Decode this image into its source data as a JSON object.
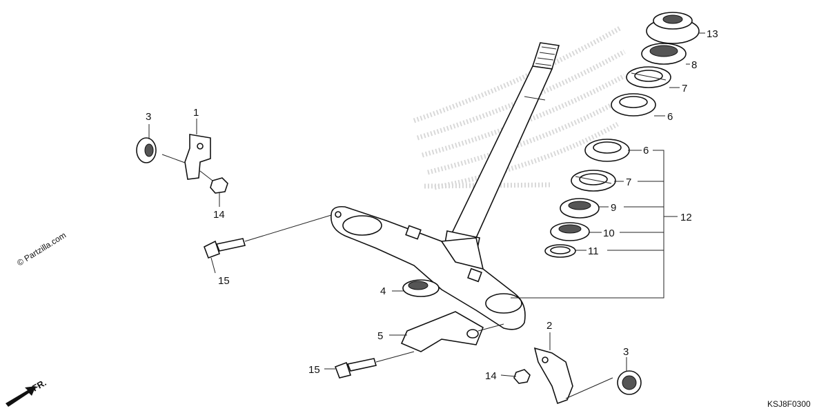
{
  "diagram": {
    "watermark": "© Partzilla.com",
    "drawing_code": "KSJ8F0300",
    "front_marker": "FR.",
    "callouts": [
      {
        "id": "c13",
        "num": "13"
      },
      {
        "id": "c8",
        "num": "8"
      },
      {
        "id": "c7a",
        "num": "7"
      },
      {
        "id": "c6a",
        "num": "6"
      },
      {
        "id": "c6b",
        "num": "6"
      },
      {
        "id": "c7b",
        "num": "7"
      },
      {
        "id": "c9",
        "num": "9"
      },
      {
        "id": "c10",
        "num": "10"
      },
      {
        "id": "c11",
        "num": "11"
      },
      {
        "id": "c12",
        "num": "12"
      },
      {
        "id": "c3a",
        "num": "3"
      },
      {
        "id": "c1",
        "num": "1"
      },
      {
        "id": "c14a",
        "num": "14"
      },
      {
        "id": "c15a",
        "num": "15"
      },
      {
        "id": "c4",
        "num": "4"
      },
      {
        "id": "c5",
        "num": "5"
      },
      {
        "id": "c2",
        "num": "2"
      },
      {
        "id": "c3b",
        "num": "3"
      },
      {
        "id": "c14b",
        "num": "14"
      },
      {
        "id": "c15b",
        "num": "15"
      }
    ]
  }
}
